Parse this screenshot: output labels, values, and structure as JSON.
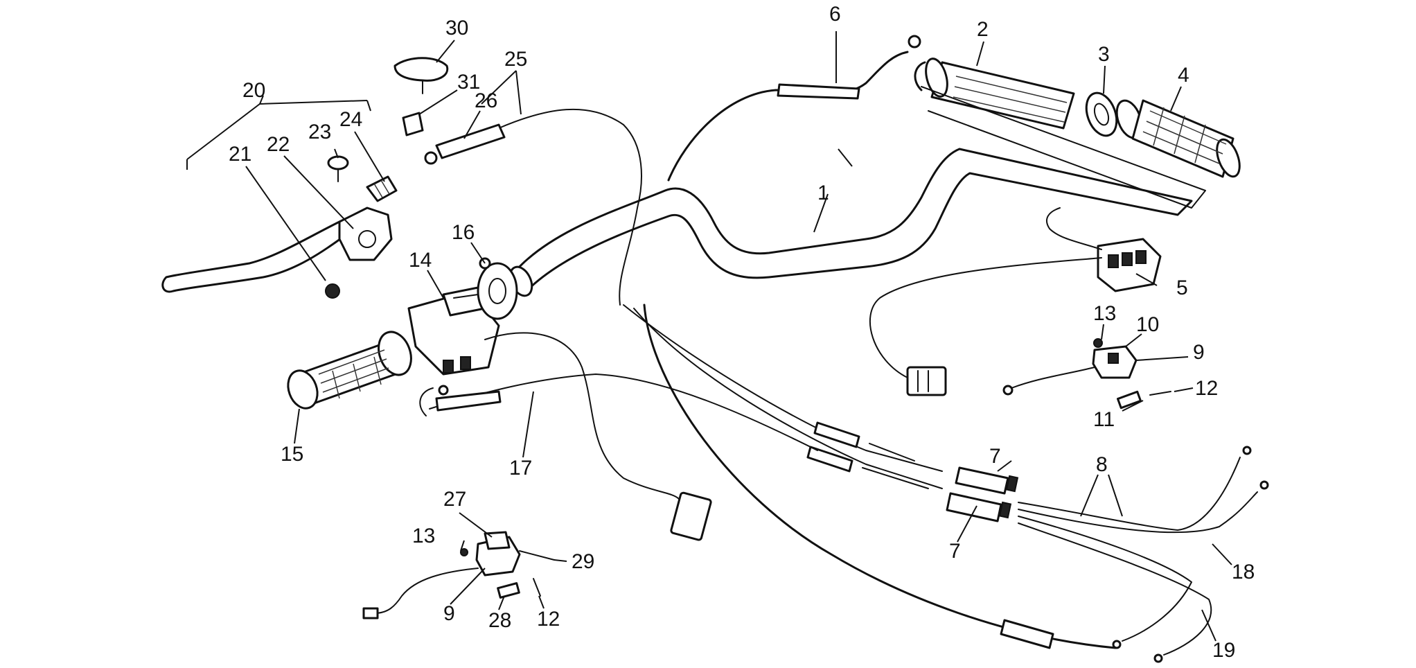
{
  "callouts": {
    "c1": "1",
    "c2": "2",
    "c3": "3",
    "c4": "4",
    "c5": "5",
    "c6": "6",
    "c7a": "7",
    "c7b": "7",
    "c8": "8",
    "c9a": "9",
    "c9b": "9",
    "c10": "10",
    "c11": "11",
    "c12a": "12",
    "c12b": "12",
    "c13a": "13",
    "c13b": "13",
    "c14": "14",
    "c15": "15",
    "c16": "16",
    "c17": "17",
    "c18": "18",
    "c19": "19",
    "c20": "20",
    "c21": "21",
    "c22": "22",
    "c23": "23",
    "c24": "24",
    "c25": "25",
    "c26": "26",
    "c27": "27",
    "c28": "28",
    "c29": "29",
    "c30": "30",
    "c31": "31"
  }
}
